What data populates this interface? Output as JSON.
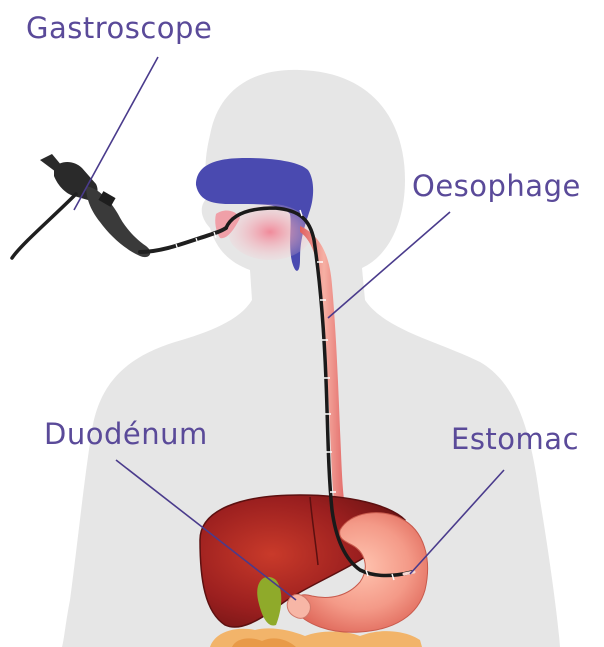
{
  "labels": {
    "gastroscope": "Gastroscope",
    "oesophage": "Oesophage",
    "duodenum": "Duodénum",
    "estomac": "Estomac"
  },
  "colors": {
    "label_text": "#5a4a99",
    "leader_line": "#4a3b8c",
    "body_silhouette": "#e6e6e6",
    "mouth_cavity": "#4a4ab0",
    "esophagus": "#e58080",
    "liver": "#9b1f1f",
    "stomach": "#f49a88",
    "gallbladder": "#8faa2a",
    "scope": "#2a2a2a"
  },
  "icons": {
    "endoscope": "gastroscope-instrument-icon"
  }
}
